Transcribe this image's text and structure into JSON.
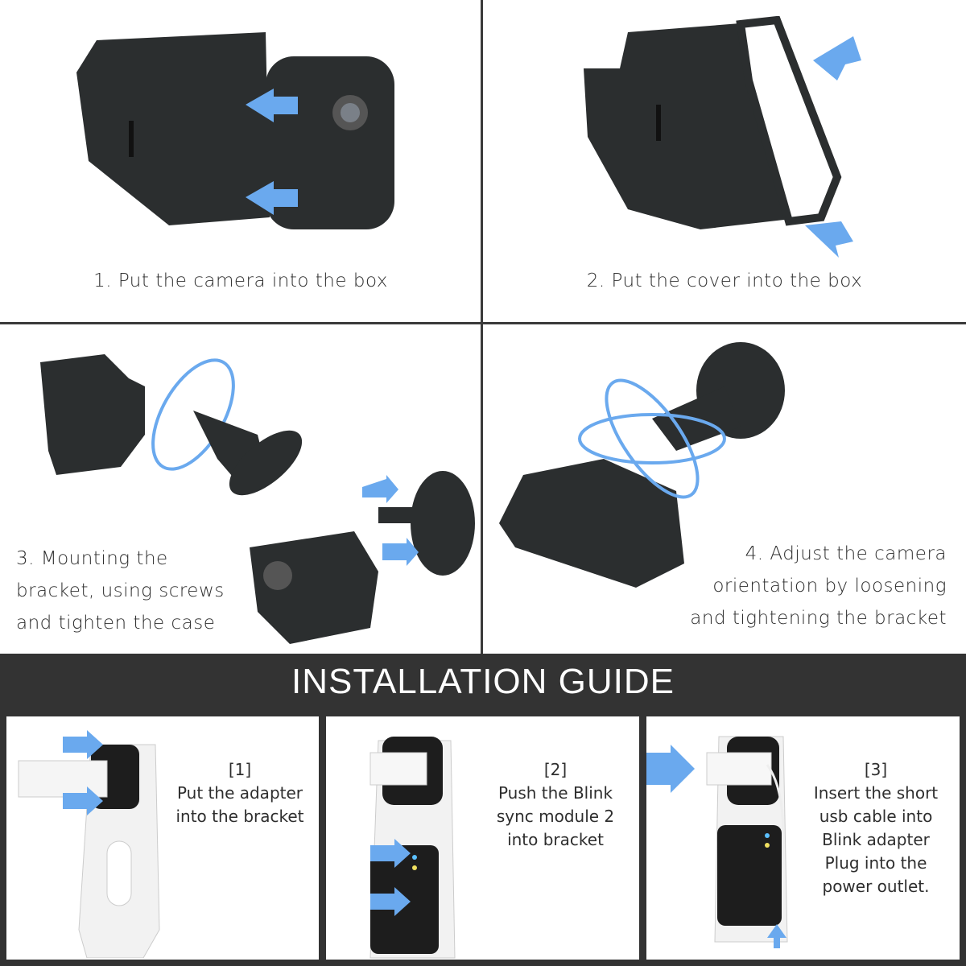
{
  "steps_top": [
    {
      "caption": "1. Put the camera into the box"
    },
    {
      "caption": "2. Put the cover into the box"
    },
    {
      "caption_lines": [
        "3. Mounting the",
        "bracket, using screws",
        "and tighten the case"
      ]
    },
    {
      "caption_lines": [
        "4. Adjust the camera",
        "orientation by loosening",
        "and tightening the bracket"
      ]
    }
  ],
  "banner": {
    "title": "INSTALLATION GUIDE"
  },
  "panels": [
    {
      "number": "[1]",
      "lines": [
        "Put the adapter",
        "into the bracket"
      ]
    },
    {
      "number": "[2]",
      "lines": [
        "Push the Blink",
        "sync module 2",
        "into bracket"
      ]
    },
    {
      "number": "[3]",
      "lines": [
        "Insert the short",
        "usb cable into",
        "Blink adapter",
        "Plug into the",
        "power outlet."
      ]
    }
  ],
  "colors": {
    "arrow": "#6aa9ee",
    "band": "#333333",
    "product": "#2b2e2f"
  }
}
